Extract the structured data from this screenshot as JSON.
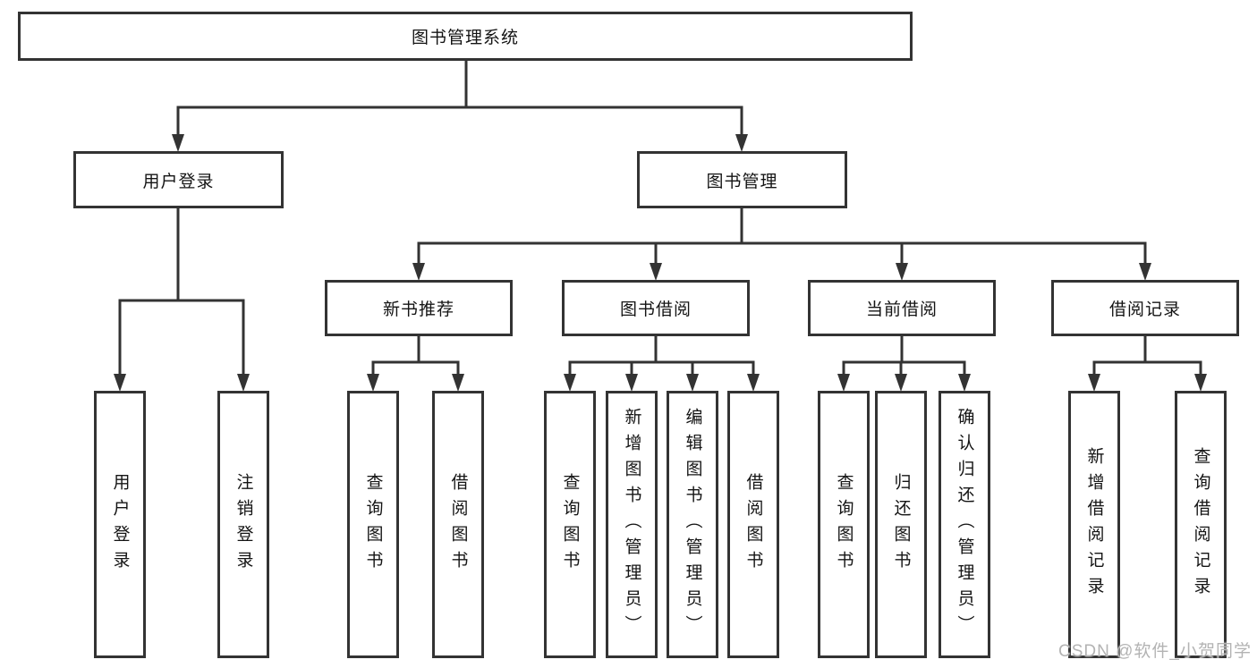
{
  "tree": {
    "title": "图书管理系统",
    "branches": [
      {
        "label": "用户登录",
        "children": [
          {
            "label": "用户登录"
          },
          {
            "label": "注销登录"
          }
        ]
      },
      {
        "label": "图书管理",
        "children": [
          {
            "label": "新书推荐",
            "children": [
              {
                "label": "查询图书"
              },
              {
                "label": "借阅图书"
              }
            ]
          },
          {
            "label": "图书借阅",
            "children": [
              {
                "label": "查询图书"
              },
              {
                "label": "新增图书（管理员）"
              },
              {
                "label": "编辑图书（管理员）"
              },
              {
                "label": "借阅图书"
              }
            ]
          },
          {
            "label": "当前借阅",
            "children": [
              {
                "label": "查询图书"
              },
              {
                "label": "归还图书"
              },
              {
                "label": "确认归还（管理员）"
              }
            ]
          },
          {
            "label": "借阅记录",
            "children": [
              {
                "label": "新增借阅记录"
              },
              {
                "label": "查询借阅记录"
              }
            ]
          }
        ]
      }
    ]
  },
  "watermark": "CSDN @软件_小贺同学",
  "colors": {
    "line": "#333333",
    "box_border": "#333333",
    "text": "#141414",
    "background": "#ffffff",
    "watermark": "#b3b3b3"
  }
}
